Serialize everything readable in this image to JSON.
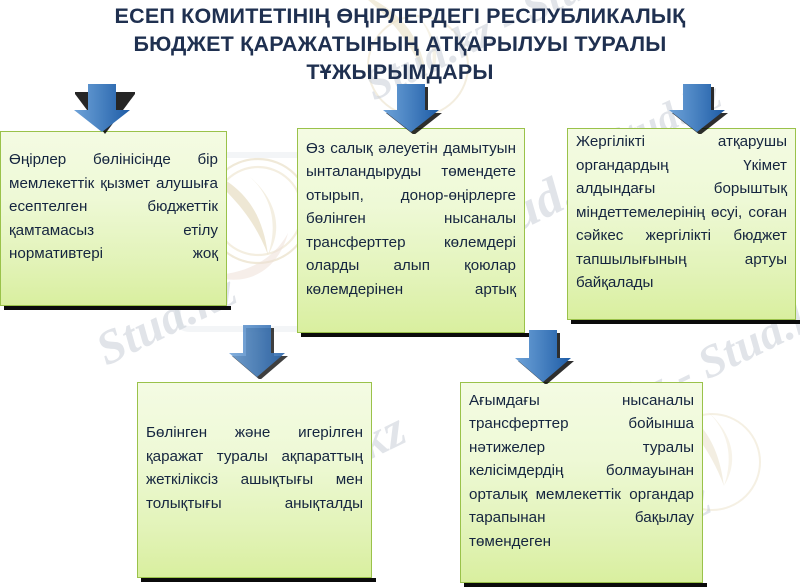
{
  "title": {
    "lines": [
      "ЕСЕП КОМИТЕТІНІҢ ӨҢІРЛЕРДЕГІ РЕСПУБЛИКАЛЫҚ",
      "БЮДЖЕТ ҚАРАЖАТЫНЫҢ АТҚАРЫЛУЫ ТУРАЛЫ",
      "ТҰЖЫРЫМДАРЫ"
    ],
    "color": "#1f3050"
  },
  "boxes": [
    {
      "id": "box-top-left",
      "text": "Өңірлер бөлінісінде бір мемлекеттік қызмет алушыға есептелген бюджеттік қамтамасыз етілу нормативтері жоқ"
    },
    {
      "id": "box-top-center",
      "text": "Өз салық әлеуетін дамытуын ынталандыруды төмендете отырып, донор-өңірлерге бөлінген нысаналы трансферттер көлемдері оларды алып қоюлар көлемдерінен артық"
    },
    {
      "id": "box-top-right",
      "text": "Жергілікті атқарушы органдардың Үкімет алдындағы борыштық міндеттемелерінің өсуі, соған сәйкес жергілікті бюджет тапшылығының артуы байқалады"
    },
    {
      "id": "box-bottom-left",
      "text": "Бөлінген және игерілген қаражат туралы ақпараттың жеткіліксіз ашықтығы мен толықтығы анықталды"
    },
    {
      "id": "box-bottom-right",
      "text": "Ағымдағы нысаналы трансферттер бойынша нәтижелер туралы келісімдердің болмауынан орталық мемлекеттік органдар тарапынан бақылау төмендеген"
    }
  ],
  "arrows": [
    {
      "id": "arrow-to-top-left",
      "direction": "down"
    },
    {
      "id": "arrow-to-top-center",
      "direction": "down"
    },
    {
      "id": "arrow-to-top-right",
      "direction": "down"
    },
    {
      "id": "arrow-to-bottom-left",
      "direction": "down"
    },
    {
      "id": "arrow-to-bottom-right",
      "direction": "down"
    }
  ],
  "watermarks": {
    "text": "Stud.kz",
    "text_combo": "Stud.kz - Stud.kz",
    "color": "#c9cfd8"
  },
  "colors": {
    "arrow_light": "#5b93cf",
    "arrow_dark": "#1f5ca8",
    "box_border": "#9ac24a",
    "box_fill_top": "#f4fbe3",
    "box_fill_bottom": "#d9ef9f",
    "title": "#1f3050"
  }
}
